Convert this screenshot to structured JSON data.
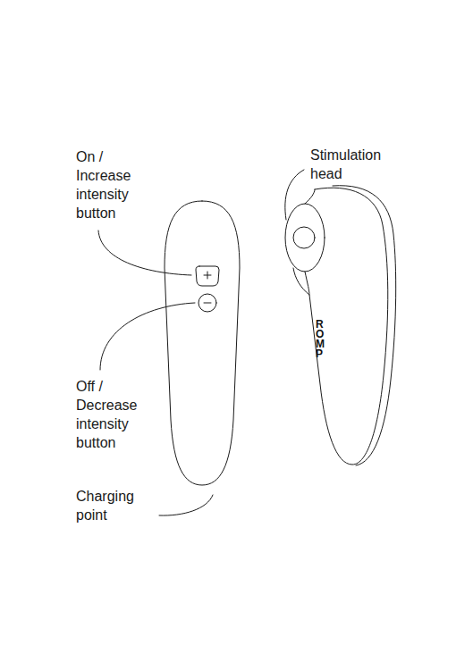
{
  "diagram": {
    "labels": [
      "On / Increase intensity button",
      "Off / Decrease intensity button",
      "Charging point",
      "Stimulation head",
      "ROMP"
    ]
  }
}
